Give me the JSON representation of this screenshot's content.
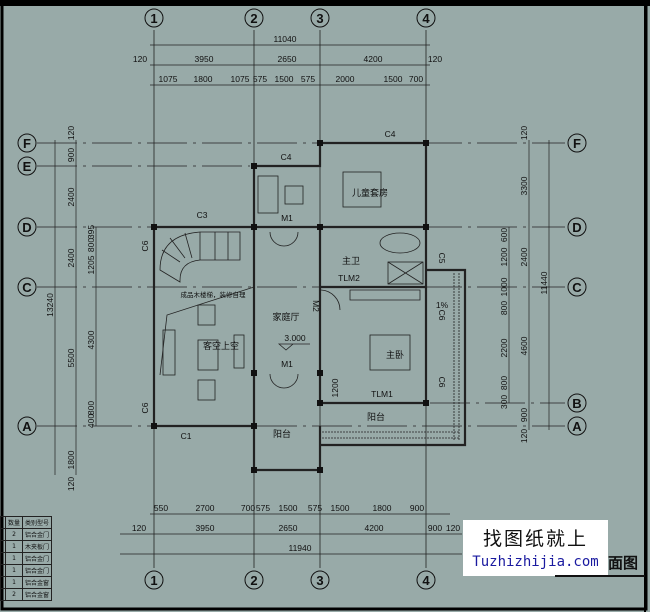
{
  "axes": {
    "columns": [
      "1",
      "2",
      "3",
      "4"
    ],
    "rows": [
      "F",
      "E",
      "D",
      "C",
      "B",
      "A"
    ]
  },
  "top_dims": {
    "total": "11040",
    "row2": [
      "120",
      "3950",
      "2650",
      "4200",
      "120"
    ],
    "row3": [
      "1075",
      "1800",
      "1075",
      "575",
      "1500",
      "575",
      "2000",
      "1500",
      "700"
    ]
  },
  "bottom_dims": {
    "row1": [
      "550",
      "2700",
      "700",
      "575",
      "1500",
      "575",
      "1500",
      "1800",
      "900"
    ],
    "row2": [
      "120",
      "3950",
      "2650",
      "4200",
      "900",
      "120"
    ],
    "total": "11940"
  },
  "left_dims": {
    "total": "13240",
    "middle": [
      "120",
      "900",
      "2400",
      "2400",
      "5500",
      "1800",
      "120"
    ],
    "inner": [
      "395",
      "800",
      "1205",
      "4300",
      "800",
      "400"
    ]
  },
  "right_dims": {
    "total": "11440",
    "middle": [
      "120",
      "3300",
      "2400",
      "4600",
      "900",
      "120"
    ],
    "inner": [
      "600",
      "1200",
      "1000",
      "800",
      "2200",
      "800",
      "300"
    ]
  },
  "rooms": {
    "kids_suite": "儿童套房",
    "master_bath": "主卫",
    "family_hall": "家庭厅",
    "living_void": "客空上空",
    "master_bed": "主卧",
    "balcony_east": "阳台",
    "balcony_south": "阳台",
    "stair_note": "成品木楼梯，装修自理",
    "elevation": "3.000",
    "slope": "1%"
  },
  "openings": {
    "c4_top": "C4",
    "c4_mid": "C4",
    "c3": "C3",
    "c1": "C1",
    "c5": "C5",
    "c6_left_top": "C6",
    "c6_left_bot": "C6",
    "c6_right_top": "C6",
    "c6_right_bot": "C6",
    "m1_top": "M1",
    "m1_bot": "M1",
    "m2": "M2",
    "tlm1": "TLM1",
    "tlm2": "TLM2",
    "dim_1200": "1200"
  },
  "table": {
    "headers": [
      "数量",
      "类别型号"
    ],
    "rows": [
      [
        "2",
        "铝合金门"
      ],
      [
        "1",
        "木夹板门"
      ],
      [
        "1",
        "铝合金门"
      ],
      [
        "1",
        "铝合金门"
      ],
      [
        "1",
        "铝合金窗"
      ],
      [
        "2",
        "铝合金窗"
      ]
    ]
  },
  "watermark": {
    "line1": "找图纸就上",
    "line2": "Tuzhizhijia.com"
  },
  "title_tail": "面图",
  "colors": {
    "background": "#98aaa8",
    "watermark_url": "#1a1aa0"
  }
}
